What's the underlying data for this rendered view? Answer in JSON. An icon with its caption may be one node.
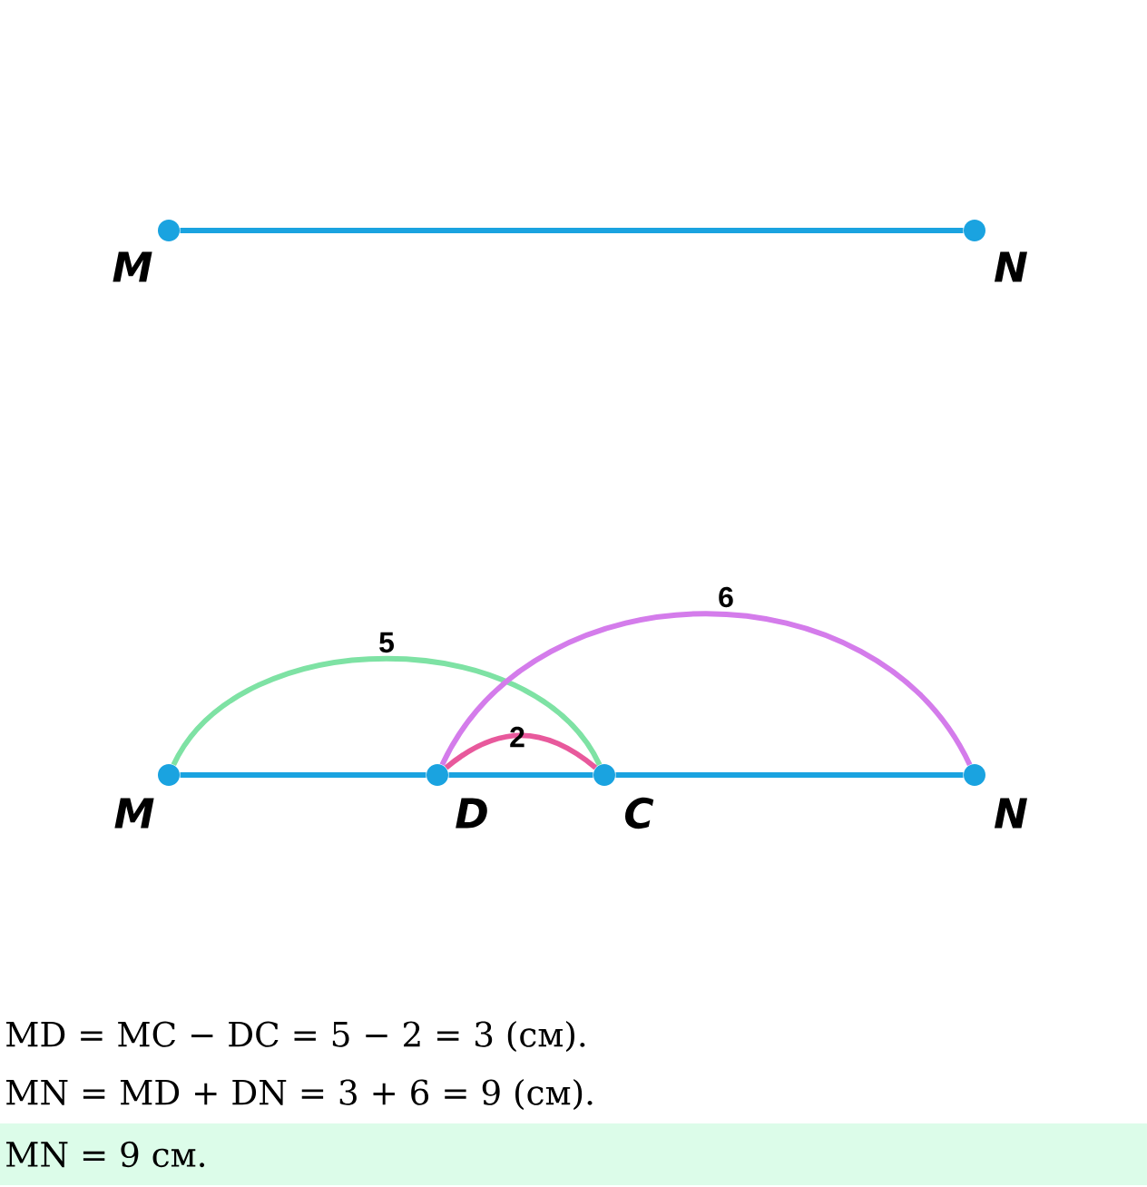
{
  "diagram": {
    "nodes": [
      {
        "text": [
          "M"
        ]
      },
      {
        "text": [
          "N"
        ]
      },
      {
        "text": [
          "M"
        ]
      },
      {
        "text": [
          "D"
        ]
      },
      {
        "text": [
          "C"
        ]
      },
      {
        "text": [
          "N"
        ]
      }
    ],
    "edges": [
      {
        "from": 0,
        "to": 1,
        "arrow": "none"
      },
      {
        "from": 2,
        "to": 3,
        "arrow": "none"
      },
      {
        "from": 3,
        "to": 4,
        "arrow": "none"
      },
      {
        "from": 4,
        "to": 5,
        "arrow": "none"
      },
      {
        "from": 2,
        "to": 4,
        "arrow": "none",
        "label": "5",
        "color": "#7ee2a4"
      },
      {
        "from": 3,
        "to": 4,
        "arrow": "none",
        "label": "2",
        "color": "#e8599c"
      },
      {
        "from": 3,
        "to": 5,
        "arrow": "none",
        "label": "6",
        "color": "#d47ceb"
      }
    ],
    "labels": [
      "MD = MC − DC = 5 − 2 = 3 (см).",
      "MN = MD + DN = 3 + 6 = 9 (см).",
      "MN = 9 см."
    ]
  }
}
